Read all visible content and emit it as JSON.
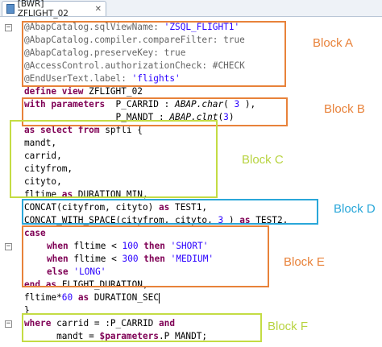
{
  "tab": {
    "label": "[BWR] ZFLIGHT_02",
    "close": "✕"
  },
  "gutter": {
    "collapse_symbol": "−"
  },
  "code": {
    "l1": {
      "text": "@AbapCatalog.sqlViewName: ",
      "str": "'ZSQL_FLIGHT1'"
    },
    "l2": {
      "text": "@AbapCatalog.compiler.compareFilter: true"
    },
    "l3": {
      "text": "@AbapCatalog.preserveKey: true"
    },
    "l4": {
      "text": "@AccessControl.authorizationCheck: #CHECK"
    },
    "l5": {
      "text": "@EndUserText.label: ",
      "str": "'flights'"
    },
    "l6": {
      "kw": "define view",
      "text": " ZFLIGHT_02"
    },
    "l7": {
      "kw": "with parameters",
      "a": "  P_CARRID : ",
      "type": "ABAP.char",
      "b": "( ",
      "num": "3",
      "c": " ),"
    },
    "l8": {
      "a": "                 P_MANDT : ",
      "type": "ABAP.clnt",
      "b": "(",
      "num": "3",
      "c": ")"
    },
    "l9": {
      "kw": "as select from",
      "text": " spfli {"
    },
    "l10": {
      "text": "mandt,"
    },
    "l11": {
      "text": "carrid,"
    },
    "l12": {
      "text": "cityfrom,"
    },
    "l13": {
      "text": "cityto,"
    },
    "l14": {
      "a": "fltime ",
      "kw": "as",
      "b": " DURATION_MIN,"
    },
    "l15": {
      "a": "CONCAT(cityfrom, cityto) ",
      "kw": "as",
      "b": " TEST1,"
    },
    "l16": {
      "a": "CONCAT_WITH_SPACE(cityfrom, cityto, ",
      "num": "3",
      "b": " ) ",
      "kw": "as",
      "c": " TEST2,"
    },
    "l17": {
      "kw": "case"
    },
    "l18": {
      "kw1": "when",
      "a": " fltime < ",
      "num": "100",
      "kw2": " then ",
      "str": "'SHORT'"
    },
    "l19": {
      "kw1": "when",
      "a": " fltime < ",
      "num": "300",
      "kw2": " then ",
      "str": "'MEDIUM'"
    },
    "l20": {
      "kw": "else",
      "str": " 'LONG'"
    },
    "l21": {
      "kw1": "end",
      "a": " ",
      "kw2": "as",
      "b": " FLIGHT_DURATION,"
    },
    "l22": {
      "a": "fltime*",
      "num": "60",
      "b": " ",
      "kw": "as",
      "c": " DURATION_SEC"
    },
    "l23": {
      "text": "}"
    },
    "l24": {
      "kw1": "where",
      "a": " carrid = :P_CARRID ",
      "kw2": "and"
    },
    "l25": {
      "a": "      mandt = ",
      "kw": "$parameters",
      "b": ".P_MANDT;"
    }
  },
  "blocks": {
    "a": "Block A",
    "b": "Block B",
    "c": "Block C",
    "d": "Block D",
    "e": "Block E",
    "f": "Block F"
  },
  "colors": {
    "orange": "#e8823a",
    "lime": "#c4dc44",
    "blue": "#2aa7d9",
    "keyword": "#7f0055",
    "string": "#2a00ff"
  }
}
